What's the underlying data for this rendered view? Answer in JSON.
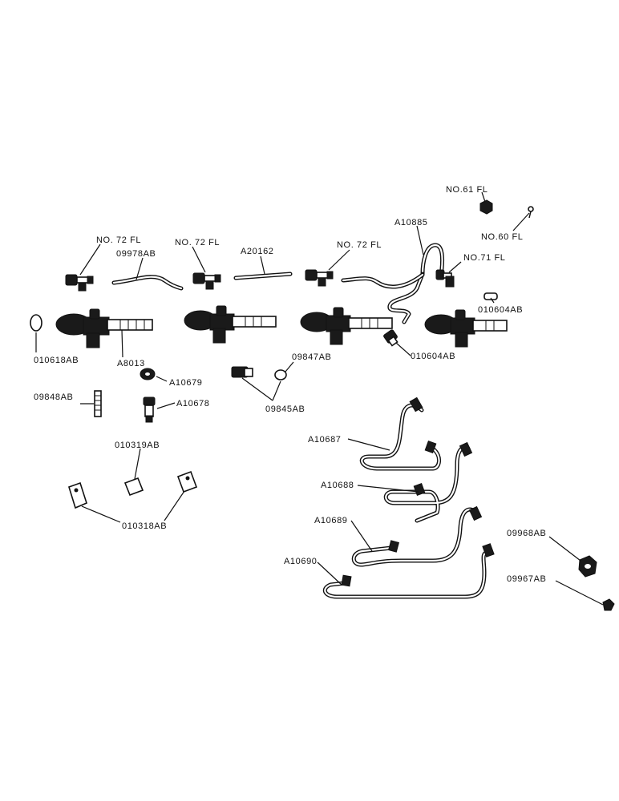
{
  "diagram": {
    "labels": {
      "no61fl": "NO.61 FL",
      "no60fl": "NO.60 FL",
      "a10885": "A10885",
      "no72fl_1": "NO. 72 FL",
      "no72fl_2": "NO. 72 FL",
      "no72fl_3": "NO. 72 FL",
      "a20162": "A20162",
      "p09978ab": "09978AB",
      "no71fl": "NO.71 FL",
      "p010604ab_1": "010604AB",
      "p010604ab_2": "010604AB",
      "p010618ab": "010618AB",
      "a8013": "A8013",
      "p09847ab": "09847AB",
      "a10679": "A10679",
      "p09848ab": "09848AB",
      "a10678": "A10678",
      "p09845ab": "09845AB",
      "p010319ab": "010319AB",
      "p010318ab": "010318AB",
      "a10687": "A10687",
      "a10688": "A10688",
      "a10689": "A10689",
      "a10690": "A10690",
      "p09968ab": "09968AB",
      "p09967ab": "09967AB"
    }
  }
}
